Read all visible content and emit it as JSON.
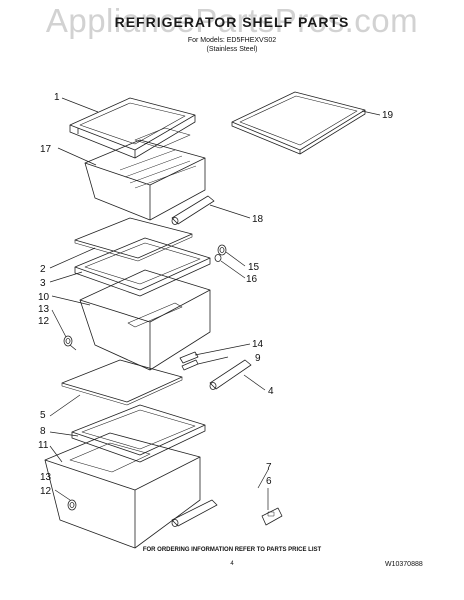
{
  "watermark": "AppliancePartsPros.com",
  "title": "REFRIGERATOR SHELF PARTS",
  "subtitle_models": "For Models: ED5FHEXVS02",
  "subtitle_finish": "(Stainless Steel)",
  "footer_note": "FOR ORDERING INFORMATION REFER TO PARTS PRICE LIST",
  "page_number": "4",
  "document_number": "W10370888",
  "callouts": {
    "c1": "1",
    "c17": "17",
    "c18": "18",
    "c19": "19",
    "c2": "2",
    "c3": "3",
    "c10": "10",
    "c13a": "13",
    "c12a": "12",
    "c15": "15",
    "c16": "16",
    "c14": "14",
    "c9": "9",
    "c4": "4",
    "c5": "5",
    "c8": "8",
    "c11": "11",
    "c13b": "13",
    "c12b": "12",
    "c7": "7",
    "c6": "6"
  }
}
